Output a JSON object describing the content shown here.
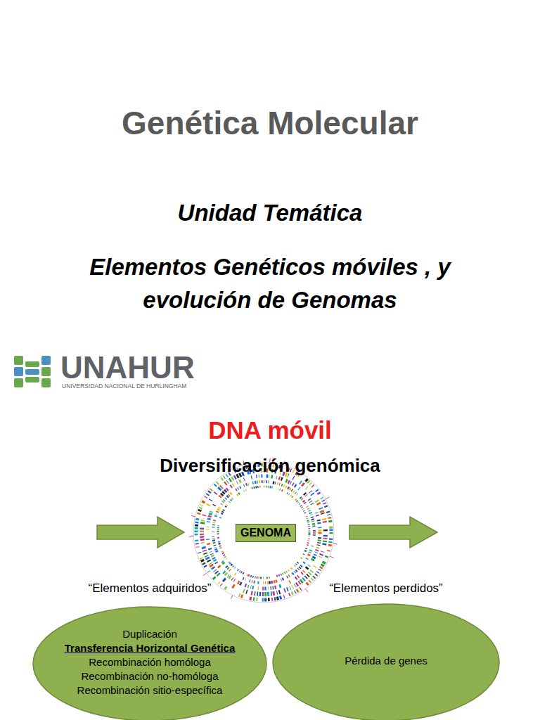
{
  "diagram": {
    "title": "Genética Molecular",
    "nodes": [
      {
        "text": [
          "GENOMA"
        ]
      },
      {
        "text": [
          "“Elementos adquiridos”",
          "Duplicación",
          "Transferencia Horizontal Genética",
          "Recombinación homóloga",
          "Recombinación no-homóloga",
          "Recombinación sitio-específica"
        ]
      },
      {
        "text": [
          "“Elementos perdidos”",
          "Pérdida de genes"
        ]
      }
    ],
    "labels": [
      "Unidad Temática",
      "Elementos Genéticos móviles , y evolución de Genomas",
      "UNAHUR",
      "UNIVERSIDAD NACIONAL DE HURLINGHAM",
      "DNA móvil",
      "Diversificación genómica"
    ]
  }
}
